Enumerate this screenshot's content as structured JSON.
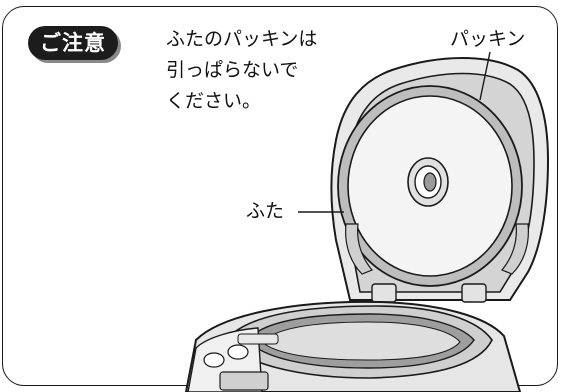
{
  "caution": {
    "badge": "ご注意",
    "message": "ふたのパッキンは\n引っぱらないで\nください。"
  },
  "labels": {
    "packing": "パッキン",
    "lid": "ふた"
  },
  "colors": {
    "ink": "#1a1a1a",
    "badge_bg": "#1c1c1c",
    "badge_shadow": "#8a8a8a",
    "fill_light": "#f2f2f2",
    "fill_mid": "#d9d9d9",
    "fill_dark": "#9a9a9a"
  }
}
